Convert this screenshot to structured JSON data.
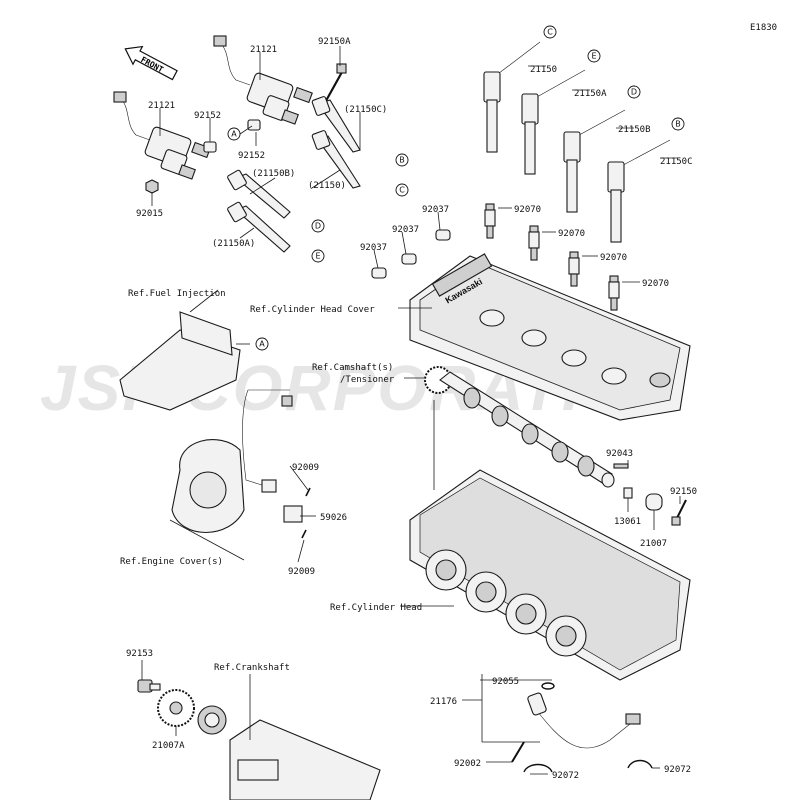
{
  "diagram_code": "E1830",
  "watermark": "JSP CORPORATION",
  "front_tag": "FRONT",
  "callout_letters": [
    "A",
    "B",
    "C",
    "D",
    "E"
  ],
  "part_numbers": {
    "p21121_top": "21121",
    "p21121_left": "21121",
    "p92150A": "92150A",
    "p21150C_paren": "(21150C)",
    "p21150_paren": "(21150)",
    "p21150B_paren": "(21150B)",
    "p21150A_paren": "(21150A)",
    "p92152_top": "92152",
    "p92152_mid": "92152",
    "p92015": "92015",
    "p21150": "21150",
    "p21150A": "21150A",
    "p21150B": "21150B",
    "p21150C": "21150C",
    "p92037_a": "92037",
    "p92037_b": "92037",
    "p92037_c": "92037",
    "p92070_a": "92070",
    "p92070_b": "92070",
    "p92070_c": "92070",
    "p92070_d": "92070",
    "p92009_a": "92009",
    "p92009_b": "92009",
    "p59026": "59026",
    "p92043": "92043",
    "p92150": "92150",
    "p13061": "13061",
    "p21007": "21007",
    "p92153": "92153",
    "p21007A": "21007A",
    "p21176": "21176",
    "p92055": "92055",
    "p92002": "92002",
    "p92072_a": "92072",
    "p92072_b": "92072"
  },
  "references": {
    "fuel_injection": "Ref.Fuel Injection",
    "cylinder_head_cover": "Ref.Cylinder Head Cover",
    "camshaft_line1": "Ref.Camshaft(s)",
    "camshaft_line2": "/Tensioner",
    "engine_cover": "Ref.Engine Cover(s)",
    "cylinder_head": "Ref.Cylinder Head",
    "crankshaft": "Ref.Crankshaft"
  },
  "cover_brand": "Kawasaki"
}
